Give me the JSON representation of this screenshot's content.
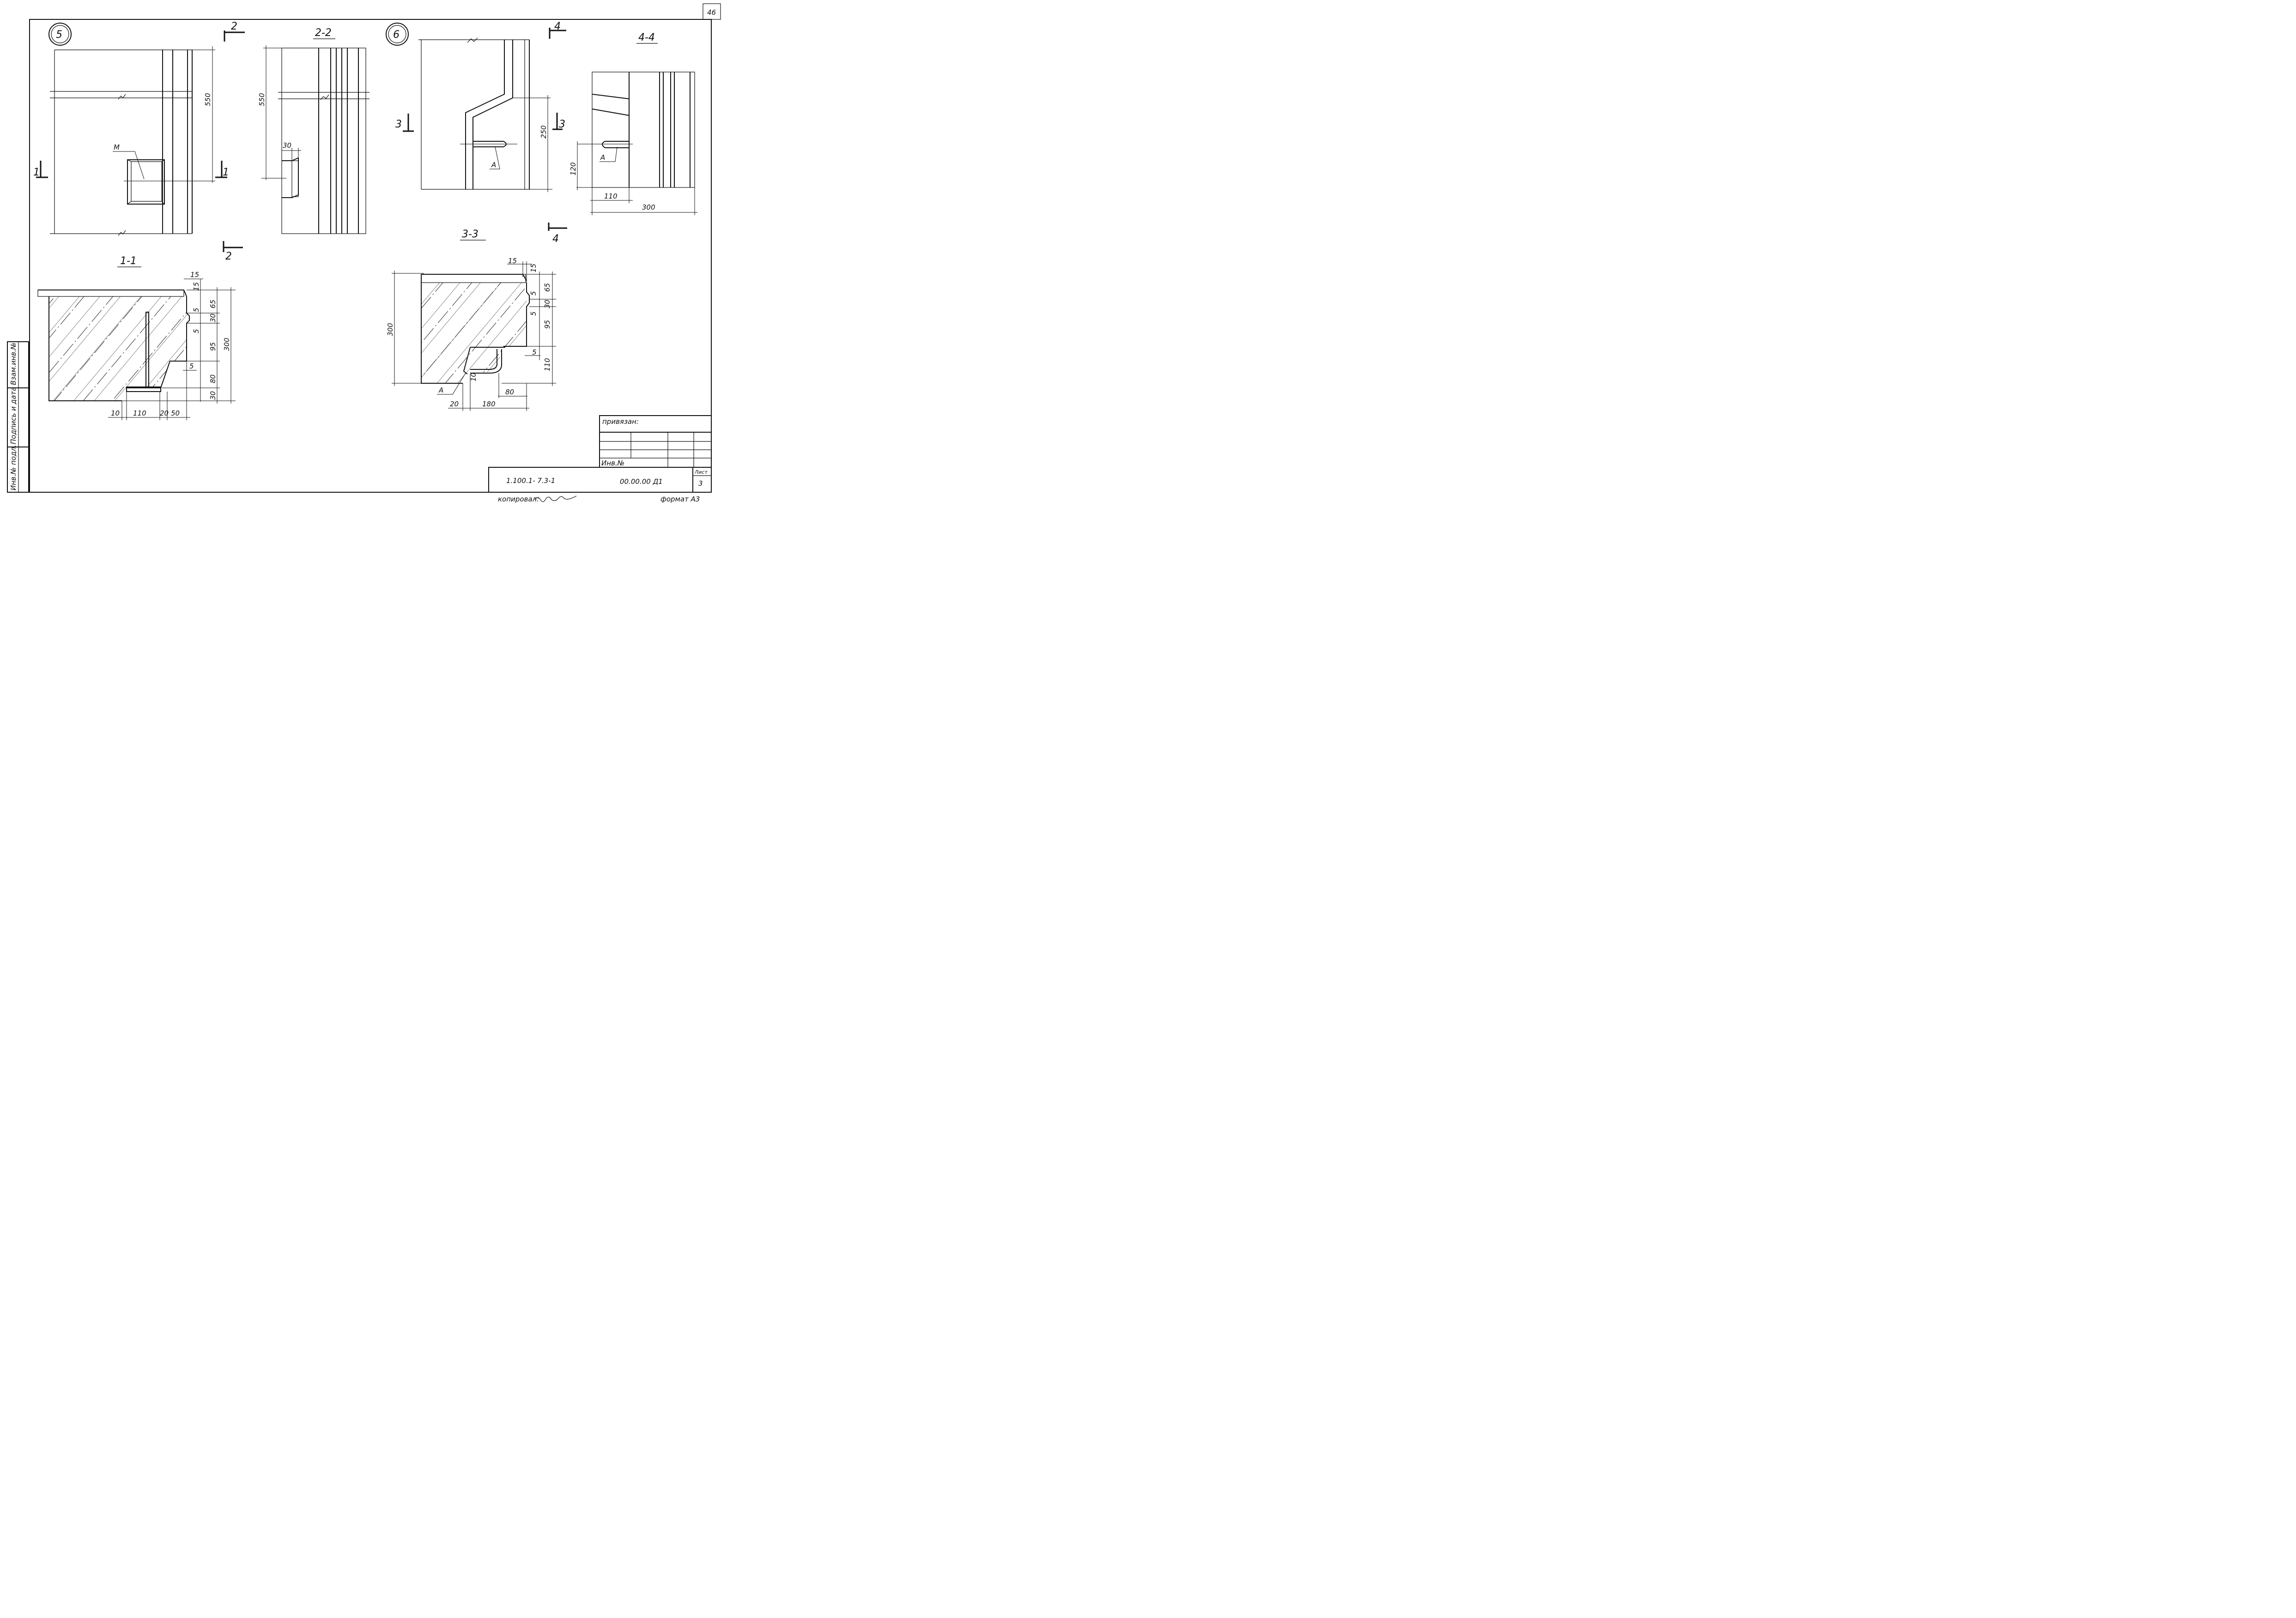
{
  "sheet": {
    "page_number": "46",
    "copied_label": "копировал:",
    "copied_signature": "подпись",
    "format_label": "формат А3"
  },
  "views": {
    "node5": {
      "number": "5",
      "cut2_label": "2",
      "cut1_label": "1",
      "marker_label": "М",
      "dim_550": "550"
    },
    "sec2": {
      "title": "2-2",
      "dim_550": "550",
      "dim_30": "30"
    },
    "node6": {
      "number": "6",
      "cut4_label": "4",
      "cut3_label": "3",
      "dim_250": "250",
      "marker_a": "А"
    },
    "sec4": {
      "title": "4-4",
      "dim_120": "120",
      "dim_110": "110",
      "dim_300": "300",
      "marker_a": "А"
    },
    "sec1": {
      "title": "1-1",
      "dims_right": [
        "15",
        "15",
        "65",
        "5",
        "30",
        "5",
        "95",
        "300",
        "5",
        "80",
        "30"
      ],
      "dims_bottom": [
        "10",
        "110",
        "20",
        "50"
      ]
    },
    "sec3": {
      "title": "3-3",
      "dims_top": [
        "15",
        "15"
      ],
      "dims_right": [
        "65",
        "5",
        "30",
        "5",
        "95",
        "5",
        "110"
      ],
      "dim_left": "300",
      "marker_a": "А",
      "dims_bottom": [
        "10",
        "80",
        "20",
        "180"
      ]
    }
  },
  "side_stamp": {
    "cells": [
      "Взам.инв.№",
      "Подпись и дата",
      "Инв.№ подл."
    ]
  },
  "title_block": {
    "bound_label": "привязан:",
    "inv_label": "Инв.№",
    "designation": "1.100.1- 7.3-1",
    "code": "00.00.00 Д1",
    "sheet_label": "Лист",
    "sheet_number": "3"
  }
}
